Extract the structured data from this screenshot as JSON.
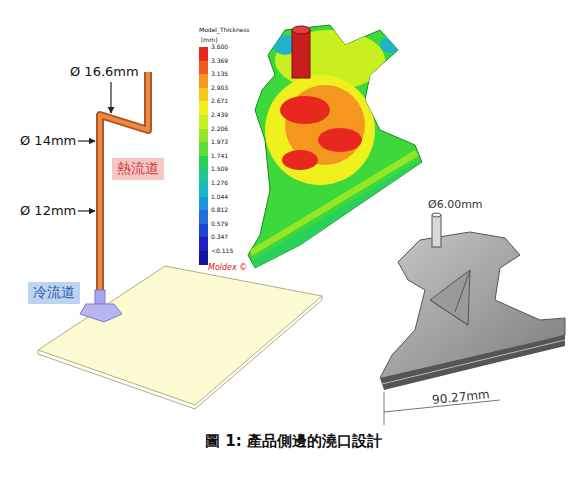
{
  "diagram": {
    "caption": "圖 1: 產品側邊的澆口設計",
    "nodes": [
      {
        "text": [
          "熱流道"
        ]
      },
      {
        "text": [
          "冷流道"
        ]
      }
    ],
    "labels": [
      "Ø 16.6mm",
      "Ø 14mm",
      "Ø 12mm",
      "Model_Thickness",
      "[mm]",
      "Moldex ©",
      "Ø6.00mm",
      "90.27mm"
    ],
    "legend": [
      {
        "text": "3.600",
        "color": "#e8281e"
      },
      {
        "text": "3.369",
        "color": "#f05a1e"
      },
      {
        "text": "3.135",
        "color": "#f5961e"
      },
      {
        "text": "2.903",
        "color": "#f5c81e"
      },
      {
        "text": "2.671",
        "color": "#f0f01e"
      },
      {
        "text": "2.439",
        "color": "#c8f01e"
      },
      {
        "text": "2.206",
        "color": "#96e628"
      },
      {
        "text": "1.973",
        "color": "#5adc3c"
      },
      {
        "text": "1.741",
        "color": "#28d25a"
      },
      {
        "text": "1.509",
        "color": "#1ec896"
      },
      {
        "text": "1.276",
        "color": "#1eb4c8"
      },
      {
        "text": "1.044",
        "color": "#1e96dc"
      },
      {
        "text": "0.812",
        "color": "#1e6edc"
      },
      {
        "text": "0.579",
        "color": "#1e46d2"
      },
      {
        "text": "0.347",
        "color": "#1e1ec8"
      },
      {
        "text": "<0.115",
        "color": "#1414a0"
      }
    ]
  }
}
